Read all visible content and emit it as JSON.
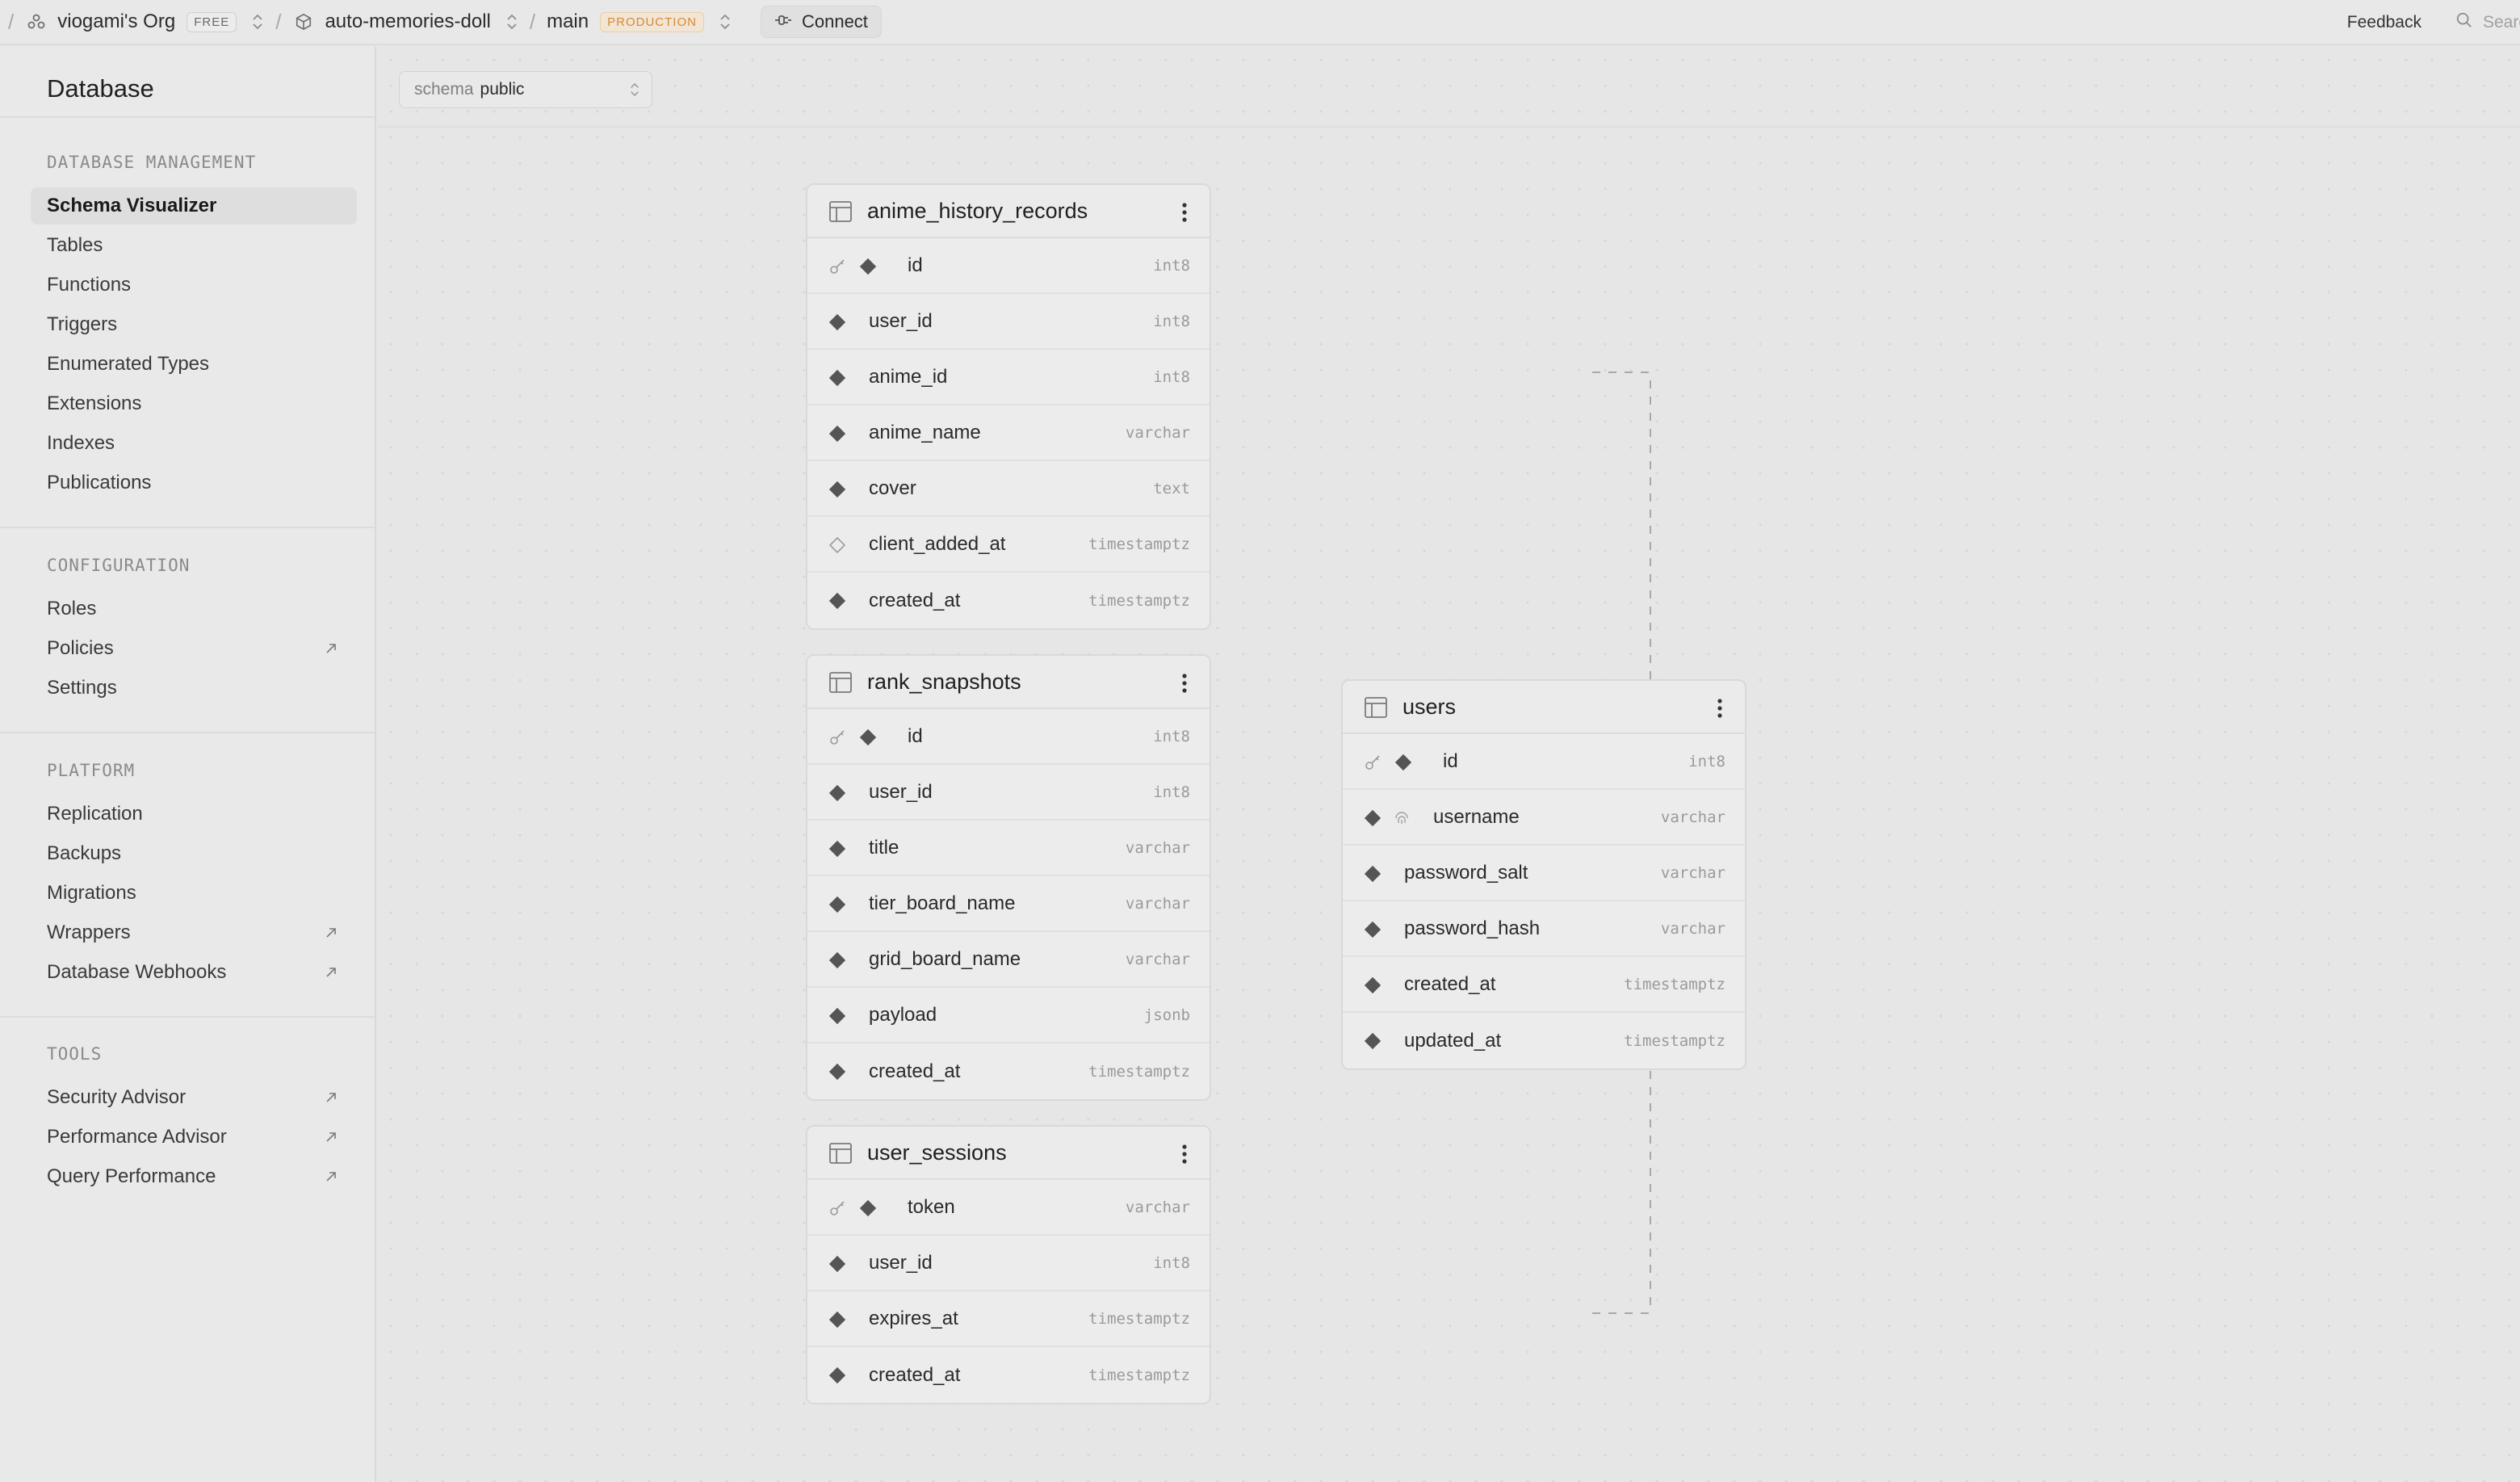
{
  "topbar": {
    "org_name": "viogami's Org",
    "org_badge": "FREE",
    "project_name": "auto-memories-doll",
    "branch_name": "main",
    "branch_badge": "PRODUCTION",
    "connect_label": "Connect",
    "feedback_label": "Feedback",
    "search_placeholder": "Search..."
  },
  "sidebar": {
    "title": "Database",
    "sections": [
      {
        "heading": "DATABASE MANAGEMENT",
        "items": [
          {
            "label": "Schema Visualizer",
            "active": true,
            "external": false
          },
          {
            "label": "Tables",
            "active": false,
            "external": false
          },
          {
            "label": "Functions",
            "active": false,
            "external": false
          },
          {
            "label": "Triggers",
            "active": false,
            "external": false
          },
          {
            "label": "Enumerated Types",
            "active": false,
            "external": false
          },
          {
            "label": "Extensions",
            "active": false,
            "external": false
          },
          {
            "label": "Indexes",
            "active": false,
            "external": false
          },
          {
            "label": "Publications",
            "active": false,
            "external": false
          }
        ]
      },
      {
        "heading": "CONFIGURATION",
        "items": [
          {
            "label": "Roles",
            "active": false,
            "external": false
          },
          {
            "label": "Policies",
            "active": false,
            "external": true
          },
          {
            "label": "Settings",
            "active": false,
            "external": false
          }
        ]
      },
      {
        "heading": "PLATFORM",
        "items": [
          {
            "label": "Replication",
            "active": false,
            "external": false
          },
          {
            "label": "Backups",
            "active": false,
            "external": false
          },
          {
            "label": "Migrations",
            "active": false,
            "external": false
          },
          {
            "label": "Wrappers",
            "active": false,
            "external": true
          },
          {
            "label": "Database Webhooks",
            "active": false,
            "external": true
          }
        ]
      },
      {
        "heading": "TOOLS",
        "items": [
          {
            "label": "Security Advisor",
            "active": false,
            "external": true
          },
          {
            "label": "Performance Advisor",
            "active": false,
            "external": true
          },
          {
            "label": "Query Performance",
            "active": false,
            "external": true
          }
        ]
      }
    ]
  },
  "schema_selector": {
    "label": "schema",
    "value": "public"
  },
  "tables": [
    {
      "name": "anime_history_records",
      "columns": [
        {
          "name": "id",
          "type": "int8",
          "primary": true,
          "nullable": false,
          "unique": false
        },
        {
          "name": "user_id",
          "type": "int8",
          "primary": false,
          "nullable": false,
          "unique": false
        },
        {
          "name": "anime_id",
          "type": "int8",
          "primary": false,
          "nullable": false,
          "unique": false
        },
        {
          "name": "anime_name",
          "type": "varchar",
          "primary": false,
          "nullable": false,
          "unique": false
        },
        {
          "name": "cover",
          "type": "text",
          "primary": false,
          "nullable": false,
          "unique": false
        },
        {
          "name": "client_added_at",
          "type": "timestamptz",
          "primary": false,
          "nullable": true,
          "unique": false
        },
        {
          "name": "created_at",
          "type": "timestamptz",
          "primary": false,
          "nullable": false,
          "unique": false
        }
      ]
    },
    {
      "name": "rank_snapshots",
      "columns": [
        {
          "name": "id",
          "type": "int8",
          "primary": true,
          "nullable": false,
          "unique": false
        },
        {
          "name": "user_id",
          "type": "int8",
          "primary": false,
          "nullable": false,
          "unique": false
        },
        {
          "name": "title",
          "type": "varchar",
          "primary": false,
          "nullable": false,
          "unique": false
        },
        {
          "name": "tier_board_name",
          "type": "varchar",
          "primary": false,
          "nullable": false,
          "unique": false
        },
        {
          "name": "grid_board_name",
          "type": "varchar",
          "primary": false,
          "nullable": false,
          "unique": false
        },
        {
          "name": "payload",
          "type": "jsonb",
          "primary": false,
          "nullable": false,
          "unique": false
        },
        {
          "name": "created_at",
          "type": "timestamptz",
          "primary": false,
          "nullable": false,
          "unique": false
        }
      ]
    },
    {
      "name": "user_sessions",
      "columns": [
        {
          "name": "token",
          "type": "varchar",
          "primary": true,
          "nullable": false,
          "unique": false
        },
        {
          "name": "user_id",
          "type": "int8",
          "primary": false,
          "nullable": false,
          "unique": false
        },
        {
          "name": "expires_at",
          "type": "timestamptz",
          "primary": false,
          "nullable": false,
          "unique": false
        },
        {
          "name": "created_at",
          "type": "timestamptz",
          "primary": false,
          "nullable": false,
          "unique": false
        }
      ]
    },
    {
      "name": "users",
      "columns": [
        {
          "name": "id",
          "type": "int8",
          "primary": true,
          "nullable": false,
          "unique": false
        },
        {
          "name": "username",
          "type": "varchar",
          "primary": false,
          "nullable": false,
          "unique": true
        },
        {
          "name": "password_salt",
          "type": "varchar",
          "primary": false,
          "nullable": false,
          "unique": false
        },
        {
          "name": "password_hash",
          "type": "varchar",
          "primary": false,
          "nullable": false,
          "unique": false
        },
        {
          "name": "created_at",
          "type": "timestamptz",
          "primary": false,
          "nullable": false,
          "unique": false
        },
        {
          "name": "updated_at",
          "type": "timestamptz",
          "primary": false,
          "nullable": false,
          "unique": false
        }
      ]
    }
  ],
  "colors": {
    "production_badge": "#d38a3a",
    "canvas_background": "#e6e6e6",
    "card_background": "#ececec"
  }
}
